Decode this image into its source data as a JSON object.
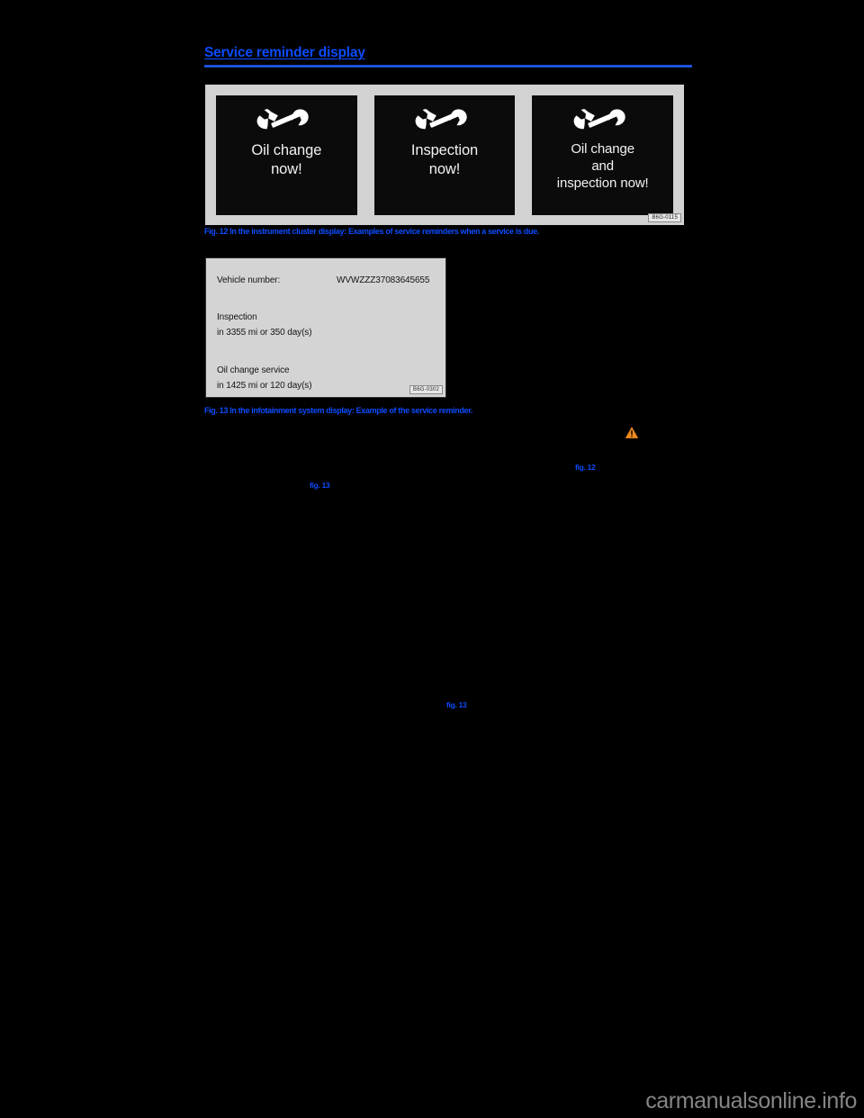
{
  "page": {
    "background_color": "#000000",
    "accent_color": "#0b4cff",
    "heading": "Service reminder display"
  },
  "figure_cluster": {
    "image_code": "B6G-0115",
    "caption": "Fig. 12 In the instrument cluster display: Examples of service reminders when a service is due.",
    "panels": [
      {
        "icon": "wrench-icon",
        "lines": [
          "Oil change",
          "now!"
        ]
      },
      {
        "icon": "wrench-icon",
        "lines": [
          "Inspection",
          "now!"
        ]
      },
      {
        "icon": "wrench-icon",
        "lines": [
          "Oil change",
          "and",
          "inspection now!"
        ]
      }
    ]
  },
  "figure_infotainment": {
    "image_code": "B6G-0302",
    "caption": "Fig. 13 In the infotainment system display: Example of the service reminder.",
    "vehicle_number_label": "Vehicle number:",
    "vehicle_number_value": "WVWZZZ37083645655",
    "inspection_title": "Inspection",
    "inspection_value": "in 3355 mi or 350 day(s)",
    "oil_change_title": "Oil change service",
    "oil_change_value": "in 1425 mi or 120 day(s)"
  },
  "body": {
    "warning_icon": "warning-triangle-icon",
    "warning_icon_color": "#f08a1e",
    "cross_references": [
      {
        "id": "a",
        "label": "fig. 12"
      },
      {
        "id": "b",
        "label": "fig. 13"
      },
      {
        "id": "c",
        "label": "fig. 13"
      }
    ]
  },
  "watermark": {
    "text": "carmanualsonline.info"
  }
}
